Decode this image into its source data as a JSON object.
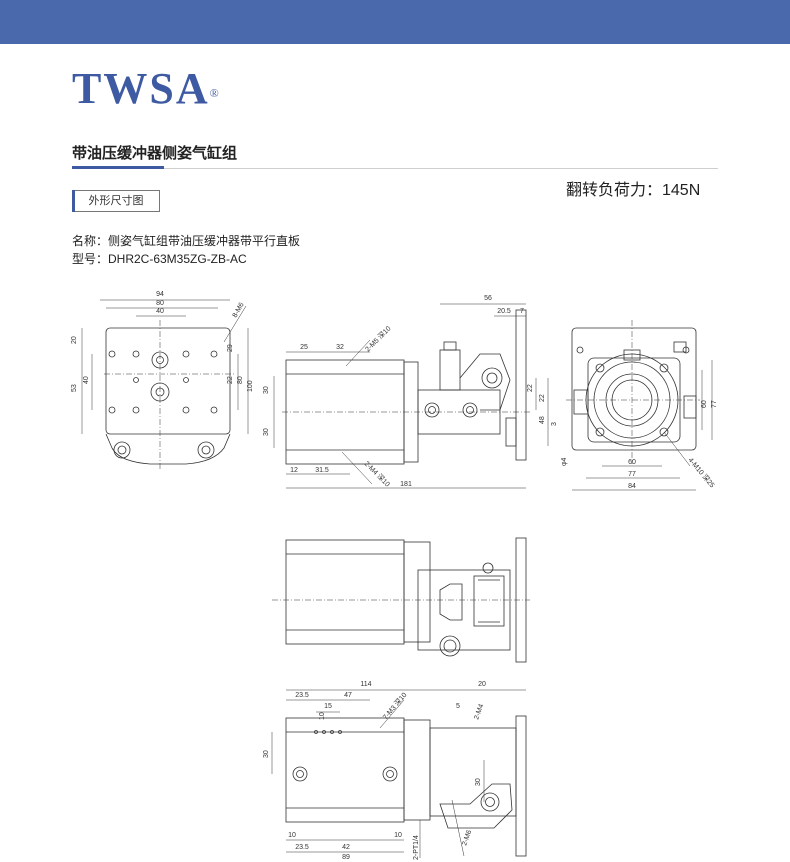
{
  "brand": {
    "name": "TWSA",
    "reg": "®"
  },
  "section": {
    "title": "带油压缓冲器侧姿气缸组",
    "tag": "外形尺寸图"
  },
  "spec": {
    "load": "翻转负荷力：145N",
    "name_line": "名称：侧姿气缸组带油压缓冲器带平行直板",
    "model_line": "型号：DHR2C-63M35ZG-ZB-AC"
  },
  "dims": {
    "top_left": [
      "94",
      "80",
      "40",
      "8-M6",
      "20",
      "40",
      "53",
      "29",
      "22",
      "80",
      "100"
    ],
    "side": [
      "25",
      "32",
      "2-M5 深10",
      "56",
      "20.5",
      "7",
      "30",
      "30",
      "22",
      "22",
      "48",
      "3",
      "12",
      "31.5",
      "2-M4 深10",
      "181"
    ],
    "front": [
      "60",
      "77",
      "φ4",
      "60",
      "77",
      "84",
      "4-M10 深25"
    ],
    "bottom": [
      "114",
      "20",
      "23.5",
      "47",
      "15",
      "7-M3 深10",
      "5",
      "2-M4",
      "10",
      "30",
      "30",
      "10",
      "23.5",
      "42",
      "10",
      "89",
      "2-PT1/4",
      "2-M6"
    ]
  }
}
